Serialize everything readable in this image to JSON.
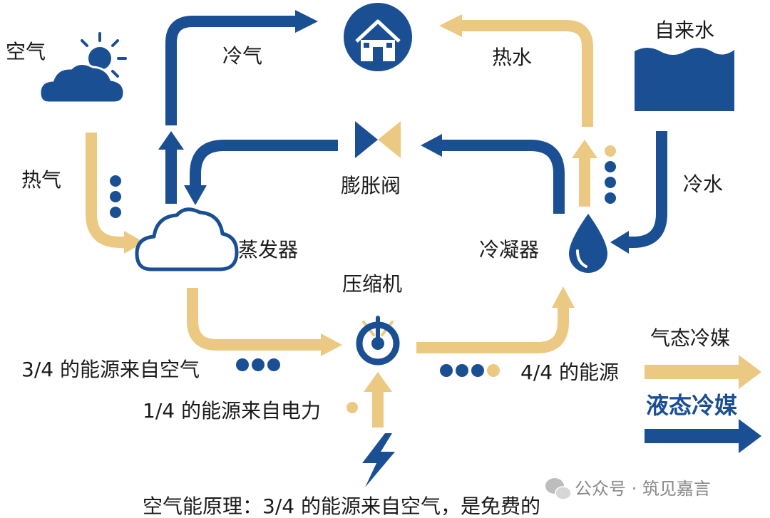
{
  "labels": {
    "air": "空气",
    "cold_air": "冷气",
    "hot_water": "热水",
    "tap_water": "自来水",
    "hot_air": "热气",
    "expansion_valve": "膨胀阀",
    "cold_water": "冷水",
    "evaporator": "蒸发器",
    "condenser": "冷凝器",
    "compressor": "压缩机",
    "energy_from_air": "3/4 的能源来自空气",
    "energy_total": "4/4 的能源",
    "energy_from_electricity": "1/4 的能源来自电力"
  },
  "legend": {
    "gas_refrigerant": "气态冷媒",
    "liquid_refrigerant": "液态冷媒"
  },
  "caption": "空气能原理：3/4 的能源来自空气，是免费的",
  "watermark": "公众号 · 筑见嘉言",
  "colors": {
    "liquid_blue": "#1a4f93",
    "gas_gold": "#ecc982"
  },
  "icons": [
    "sun-cloud-icon",
    "house-icon",
    "water-waves-icon",
    "valve-icon",
    "cloud-icon",
    "water-drop-icon",
    "compressor-icon",
    "lightning-icon",
    "wechat-icon"
  ]
}
